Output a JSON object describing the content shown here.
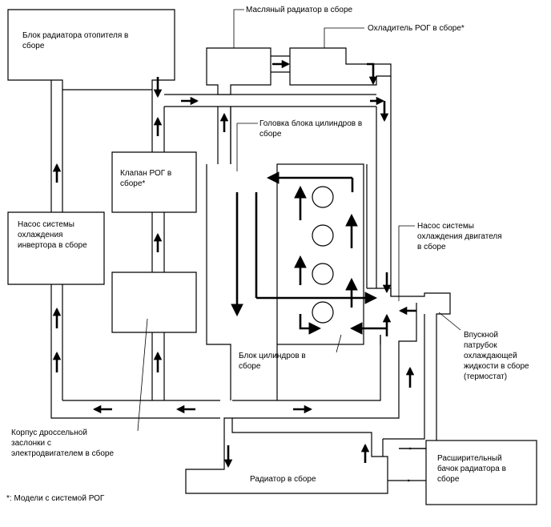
{
  "diagram": {
    "labels": {
      "heater_core": "Блок радиатора отопителя в\nсборе",
      "oil_cooler": "Масляный радиатор в сборе",
      "egr_cooler": "Охладитель РОГ в сборе*",
      "cylinder_head": "Головка блока цилиндров в\nсборе",
      "egr_valve": "Клапан РОГ в\nсборе*",
      "inverter_pump": "Насос системы\nохлаждения\nинвертора в сборе",
      "engine_pump": "Насос системы\nохлаждения двигателя\nв сборе",
      "cylinder_block": "Блок цилиндров в\nсборе",
      "thermostat": "Впускной\nпатрубок\nохлаждающей\nжидкости в сборе\n(термостат)",
      "throttle_body": "Корпус дроссельной\nзаслонки с\nэлектродвигателем в сборе",
      "radiator": "Радиатор в сборе",
      "reservoir": "Расширительный\nбачок радиатора в\nсборе",
      "footnote": "*: Модели с системой РОГ"
    },
    "colors": {
      "line": "#000000",
      "background": "#ffffff"
    }
  }
}
